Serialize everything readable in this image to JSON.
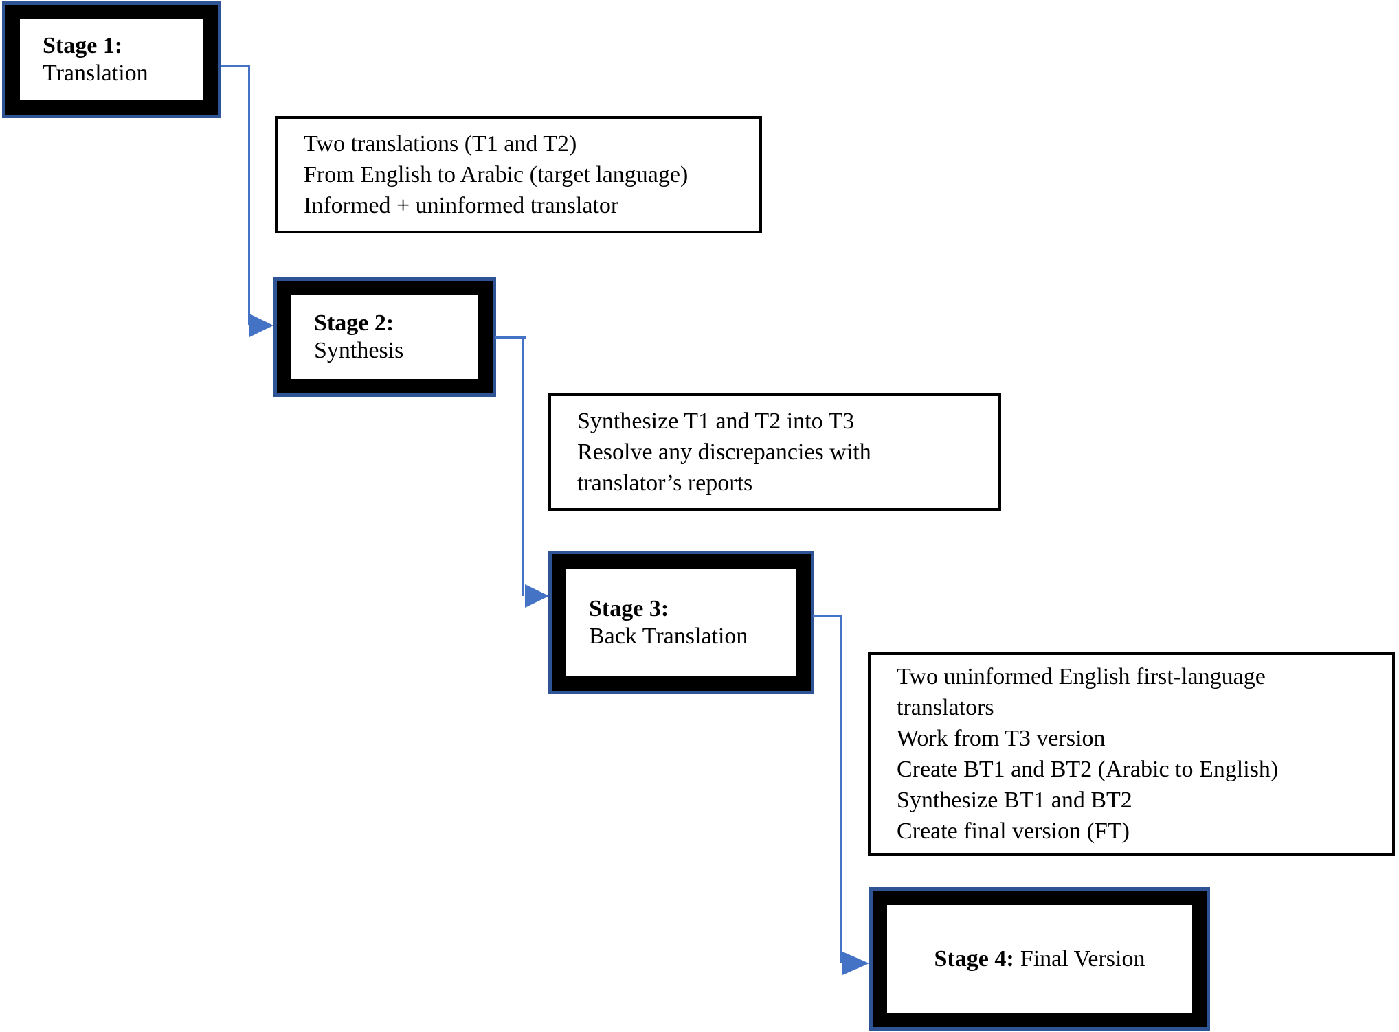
{
  "figure": {
    "background": "#ffffff",
    "colors": {
      "stage_border_blue": "#2f5496",
      "stage_frame_black": "#000000",
      "stage_fill": "#ffffff",
      "annotation_border": "#000000",
      "connector_blue": "#4472c4",
      "text": "#000000"
    },
    "stages": [
      {
        "label": "Stage 1:",
        "name": "Translation"
      },
      {
        "label": "Stage 2:",
        "name": "Synthesis"
      },
      {
        "label": "Stage 3:",
        "name": "Back Translation"
      },
      {
        "label": "Stage 4:",
        "name": "Final Version"
      }
    ],
    "annotations": [
      {
        "lines": [
          "Two translations (T1 and T2)",
          "From English to Arabic (target language)",
          "Informed + uninformed translator"
        ]
      },
      {
        "lines": [
          "Synthesize T1 and T2 into T3",
          "Resolve any discrepancies with",
          "translator’s reports"
        ]
      },
      {
        "lines": [
          "Two uninformed English first-language",
          "translators",
          "Work from T3 version",
          "Create BT1 and BT2 (Arabic to English)",
          "Synthesize BT1 and BT2",
          "Create final version (FT)"
        ]
      }
    ]
  }
}
